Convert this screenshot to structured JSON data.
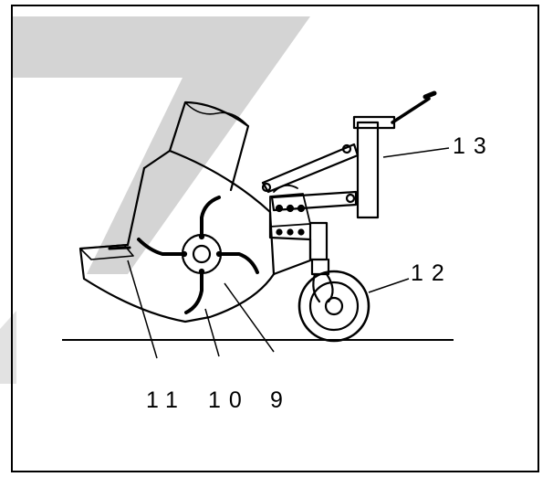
{
  "colors": {
    "line": "#000000",
    "watermark": "#d4d4d4",
    "background": "#ffffff"
  },
  "callouts": [
    {
      "id": "9",
      "text": "9"
    },
    {
      "id": "10",
      "text": "10"
    },
    {
      "id": "11",
      "text": "11"
    },
    {
      "id": "12",
      "text": "12"
    },
    {
      "id": "13",
      "text": "13"
    }
  ]
}
